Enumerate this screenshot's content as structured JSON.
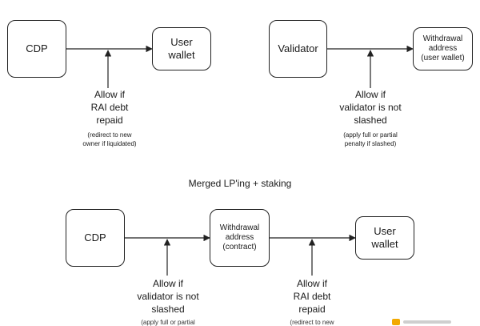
{
  "top_left": {
    "source": "CDP",
    "target": "User\nwallet",
    "condition": "Allow if\nRAI debt\nrepaid",
    "note": "(redirect to new\nowner if liquidated)"
  },
  "top_right": {
    "source": "Validator",
    "target": "Withdrawal\naddress\n(user wallet)",
    "condition": "Allow if\nvalidator is not\nslashed",
    "note": "(apply full or partial\npenalty if slashed)"
  },
  "merged": {
    "title": "Merged LP'ing + staking",
    "source": "CDP",
    "middle": "Withdrawal\naddress\n(contract)",
    "target": "User\nwallet",
    "condition_1": "Allow if\nvalidator is not\nslashed",
    "condition_2": "Allow if\nRAI debt\nrepaid",
    "note_1_clipped": "(apply full or partial",
    "note_2_clipped": "(redirect to new"
  },
  "colors": {
    "stroke": "#222222",
    "logo": "#f2a900"
  }
}
